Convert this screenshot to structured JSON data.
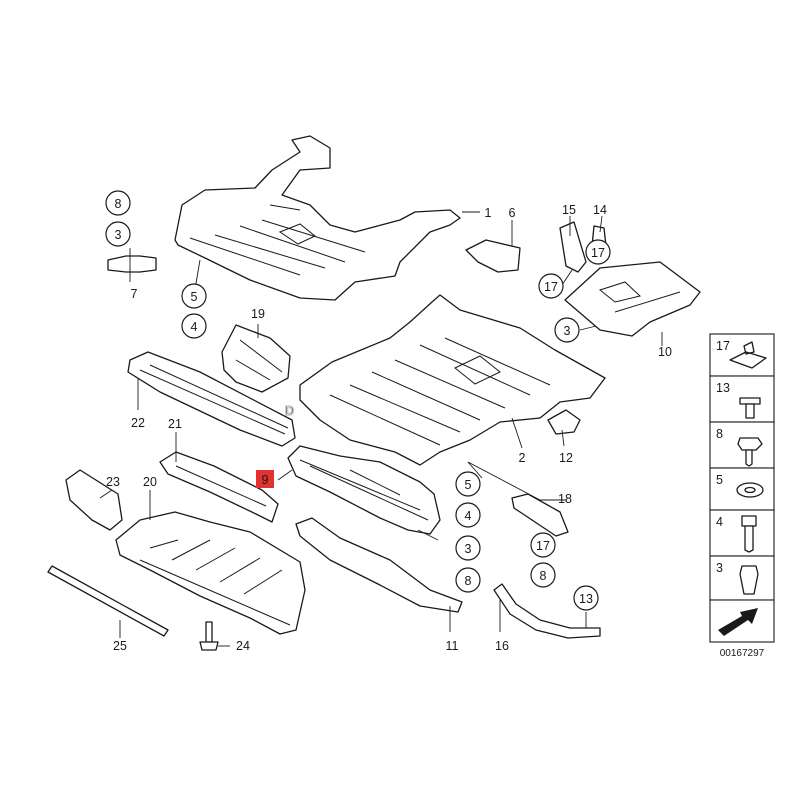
{
  "diagram": {
    "watermark": "DOOR",
    "highlighted_callout": "9",
    "drawing_number": "00167297",
    "callouts": {
      "c1": "1",
      "c2": "2",
      "c3a": "3",
      "c3b": "3",
      "c3c": "3",
      "c4a": "4",
      "c4b": "4",
      "c5a": "5",
      "c5b": "5",
      "c6": "6",
      "c7": "7",
      "c8a": "8",
      "c8b": "8",
      "c8c": "8",
      "c10": "10",
      "c11": "11",
      "c12": "12",
      "c13": "13",
      "c14": "14",
      "c15": "15",
      "c16": "16",
      "c17a": "17",
      "c17b": "17",
      "c17c": "17",
      "c18": "18",
      "c19": "19",
      "c20": "20",
      "c21": "21",
      "c22": "22",
      "c23": "23",
      "c24": "24",
      "c25": "25"
    },
    "legend": [
      "17",
      "13",
      "8",
      "5",
      "4",
      "3"
    ],
    "colors": {
      "highlight": "#e0322f",
      "line": "#1a1a1a",
      "watermark": "#c9c9c9"
    }
  }
}
